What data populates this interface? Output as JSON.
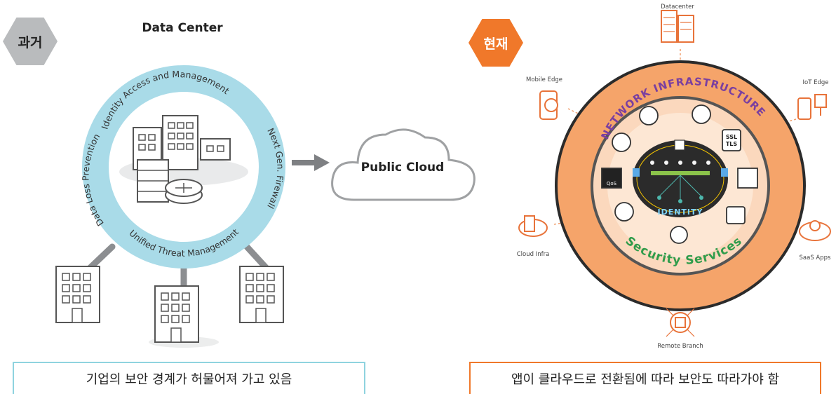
{
  "past": {
    "badge": "과거",
    "title": "Data Center",
    "ring_labels": {
      "top": "Identity Access and Management",
      "right": "Next Gen. Firewall",
      "bottom": "Unified Threat Management",
      "left": "Data Loss Prevention"
    },
    "cloud_label": "Public Cloud",
    "caption": "기업의 보안 경계가 허물어져 가고 있음"
  },
  "present": {
    "badge": "현재",
    "nodes": {
      "datacenter": "Datacenter",
      "mobile_edge": "Mobile Edge",
      "iot_edge": "IoT Edge",
      "cloud_infra": "Cloud Infra",
      "saas_apps": "SaaS Apps",
      "remote_branch": "Remote Branch"
    },
    "ring_labels": {
      "network": "NETWORK INFRASTRUCTURE",
      "security": "Security Services",
      "identity": "IDENTITY"
    },
    "icon_texts": {
      "ssl": "SSL",
      "tls": "TLS",
      "qos": "QoS"
    },
    "caption": "앱이 클라우드로 전환됨에 따라 보안도 따라가야 함"
  },
  "colors": {
    "ring_blue": "#a9dbe8",
    "accent_orange": "#f0782a",
    "ring_orange": "#f5a46a",
    "inner_peach": "#fbd8bd",
    "core_dark": "#2b2b2b",
    "gray": "#7e8083",
    "purple": "#7a3fa0",
    "green": "#2f9c4b"
  }
}
